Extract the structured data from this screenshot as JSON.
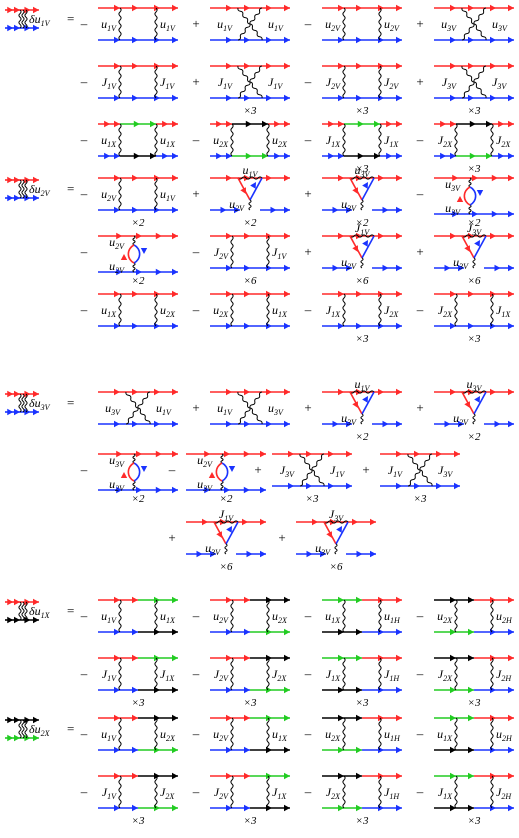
{
  "colors": {
    "red": "#ff2a2a",
    "blue": "#1a33ff",
    "green": "#22cc22",
    "black": "#000000"
  },
  "blocks": [
    {
      "id": "u1V",
      "lhs": {
        "symbol": "δu",
        "sub": "1V",
        "lines": [
          "red",
          "blue"
        ]
      },
      "rows": [
        [
          {
            "op": "–",
            "kind": "box",
            "top": "red",
            "bot": "blue",
            "l": "u",
            "ls": "1V",
            "r": "u",
            "rs": "1V"
          },
          {
            "op": "+",
            "kind": "cross",
            "top": "red",
            "bot": "blue",
            "l": "u",
            "ls": "1V",
            "r": "u",
            "rs": "1V"
          },
          {
            "op": "–",
            "kind": "box",
            "top": "red",
            "bot": "blue",
            "l": "u",
            "ls": "2V",
            "r": "u",
            "rs": "2V"
          },
          {
            "op": "+",
            "kind": "cross",
            "top": "red",
            "bot": "blue",
            "l": "u",
            "ls": "3V",
            "r": "u",
            "rs": "3V"
          }
        ],
        [
          {
            "op": "–",
            "kind": "box",
            "top": "red",
            "bot": "blue",
            "l": "J",
            "ls": "1V",
            "r": "J",
            "rs": "1V"
          },
          {
            "op": "+",
            "kind": "cross",
            "top": "red",
            "bot": "blue",
            "l": "J",
            "ls": "1V",
            "r": "J",
            "rs": "1V",
            "mult": "×3"
          },
          {
            "op": "–",
            "kind": "box",
            "top": "red",
            "bot": "blue",
            "l": "J",
            "ls": "2V",
            "r": "J",
            "rs": "2V",
            "mult": "×3"
          },
          {
            "op": "+",
            "kind": "cross",
            "top": "red",
            "bot": "blue",
            "l": "J",
            "ls": "3V",
            "r": "J",
            "rs": "3V",
            "mult": "×3"
          }
        ],
        [
          {
            "op": "–",
            "kind": "box",
            "top": "red",
            "bot": "blue",
            "midTop": "green",
            "midBot": "black",
            "l": "u",
            "ls": "1X",
            "r": "u",
            "rs": "1X"
          },
          {
            "op": "–",
            "kind": "box",
            "top": "red",
            "bot": "blue",
            "midTop": "black",
            "midBot": "green",
            "l": "u",
            "ls": "2X",
            "r": "u",
            "rs": "2X"
          },
          {
            "op": "–",
            "kind": "box",
            "top": "red",
            "bot": "blue",
            "midTop": "green",
            "midBot": "black",
            "l": "J",
            "ls": "1X",
            "r": "J",
            "rs": "1X",
            "mult": "×3"
          },
          {
            "op": "–",
            "kind": "box",
            "top": "red",
            "bot": "blue",
            "midTop": "black",
            "midBot": "green",
            "l": "J",
            "ls": "2X",
            "r": "J",
            "rs": "2X",
            "mult": "×3"
          }
        ]
      ]
    },
    {
      "id": "u2V",
      "lhs": {
        "symbol": "δu",
        "sub": "2V",
        "lines": [
          "red",
          "blue"
        ]
      },
      "rows": [
        [
          {
            "op": "–",
            "kind": "box",
            "top": "red",
            "bot": "blue",
            "l": "u",
            "ls": "2V",
            "r": "u",
            "rs": "1V",
            "mult": "×2"
          },
          {
            "op": "+",
            "kind": "tri",
            "top": "red",
            "bot": "blue",
            "t": "u",
            "ts": "1V",
            "b": "u",
            "bs": "2V",
            "mult": "×2"
          },
          {
            "op": "+",
            "kind": "tri",
            "top": "red",
            "bot": "blue",
            "t": "u",
            "ts": "3V",
            "b": "u",
            "bs": "3V",
            "mult": "×2"
          },
          {
            "op": "–",
            "kind": "bubble",
            "top": "red",
            "bot": "blue",
            "t": "u",
            "ts": "3V",
            "b": "u",
            "bs": "3V",
            "mult": "×2"
          }
        ],
        [
          {
            "op": "–",
            "kind": "bubble",
            "top": "red",
            "bot": "blue",
            "t": "u",
            "ts": "2V",
            "b": "u",
            "bs": "2V",
            "mult": "×2"
          },
          {
            "op": "–",
            "kind": "box",
            "top": "red",
            "bot": "blue",
            "l": "J",
            "ls": "2V",
            "r": "J",
            "rs": "1V",
            "mult": "×6"
          },
          {
            "op": "+",
            "kind": "tri",
            "top": "red",
            "bot": "blue",
            "t": "J",
            "ts": "1V",
            "b": "u",
            "bs": "2V",
            "mult": "×6"
          },
          {
            "op": "+",
            "kind": "tri",
            "top": "red",
            "bot": "blue",
            "t": "J",
            "ts": "3V",
            "b": "u",
            "bs": "3V",
            "mult": "×6"
          }
        ],
        [
          {
            "op": "–",
            "kind": "box",
            "top": "red",
            "bot": "blue",
            "l": "u",
            "ls": "1X",
            "r": "u",
            "rs": "2X"
          },
          {
            "op": "–",
            "kind": "box",
            "top": "red",
            "bot": "blue",
            "l": "u",
            "ls": "2X",
            "r": "u",
            "rs": "1X"
          },
          {
            "op": "–",
            "kind": "box",
            "top": "red",
            "bot": "blue",
            "l": "J",
            "ls": "1X",
            "r": "J",
            "rs": "2X",
            "mult": "×3"
          },
          {
            "op": "–",
            "kind": "box",
            "top": "red",
            "bot": "blue",
            "l": "J",
            "ls": "2X",
            "r": "J",
            "rs": "1X",
            "mult": "×3"
          }
        ]
      ]
    },
    {
      "id": "u3V",
      "lhs": {
        "symbol": "δu",
        "sub": "3V",
        "lines": [
          "red",
          "blue"
        ]
      },
      "rows": [
        [
          {
            "op": "",
            "kind": "cross",
            "top": "red",
            "bot": "blue",
            "l": "u",
            "ls": "3V",
            "r": "u",
            "rs": "1V"
          },
          {
            "op": "+",
            "kind": "cross",
            "top": "red",
            "bot": "blue",
            "l": "u",
            "ls": "1V",
            "r": "u",
            "rs": "3V"
          },
          {
            "op": "+",
            "kind": "tri",
            "top": "red",
            "bot": "blue",
            "t": "u",
            "ts": "1V",
            "b": "u",
            "bs": "3V",
            "mult": "×2"
          },
          {
            "op": "+",
            "kind": "tri",
            "top": "red",
            "bot": "blue",
            "t": "u",
            "ts": "3V",
            "b": "u",
            "bs": "2V",
            "mult": "×2"
          }
        ],
        [
          {
            "op": "–",
            "kind": "bubble",
            "top": "red",
            "bot": "blue",
            "t": "u",
            "ts": "3V",
            "b": "u",
            "bs": "2V",
            "mult": "×2"
          },
          {
            "op": "–",
            "kind": "bubble",
            "top": "red",
            "bot": "blue",
            "t": "u",
            "ts": "2V",
            "b": "u",
            "bs": "3V",
            "mult": "×2"
          },
          {
            "op": "+",
            "kind": "cross",
            "top": "red",
            "bot": "blue",
            "l": "J",
            "ls": "3V",
            "r": "J",
            "rs": "1V",
            "mult": "×3"
          },
          {
            "op": "+",
            "kind": "cross",
            "top": "red",
            "bot": "blue",
            "l": "J",
            "ls": "1V",
            "r": "J",
            "rs": "3V",
            "mult": "×3"
          }
        ],
        [
          {
            "op": "+",
            "kind": "tri",
            "top": "red",
            "bot": "blue",
            "t": "J",
            "ts": "1V",
            "b": "u",
            "bs": "3V",
            "mult": "×6"
          },
          {
            "op": "+",
            "kind": "tri",
            "top": "red",
            "bot": "blue",
            "t": "J",
            "ts": "3V",
            "b": "u",
            "bs": "3V",
            "mult": "×6"
          }
        ]
      ]
    },
    {
      "id": "u1X",
      "lhs": {
        "symbol": "δu",
        "sub": "1X",
        "lines": [
          "red",
          "black"
        ]
      },
      "rows": [
        [
          {
            "op": "–",
            "kind": "box",
            "top": "red",
            "bot": "blue",
            "rtop": "green",
            "rbot": "black",
            "l": "u",
            "ls": "1V",
            "r": "u",
            "rs": "1X"
          },
          {
            "op": "–",
            "kind": "box",
            "top": "red",
            "bot": "blue",
            "rtop": "black",
            "rbot": "green",
            "l": "u",
            "ls": "2V",
            "r": "u",
            "rs": "2X"
          },
          {
            "op": "–",
            "kind": "box",
            "top": "red",
            "bot": "blue",
            "ltop": "green",
            "lbot": "black",
            "l": "u",
            "ls": "1X",
            "r": "u",
            "rs": "1H"
          },
          {
            "op": "–",
            "kind": "box",
            "top": "red",
            "bot": "blue",
            "ltop": "black",
            "lbot": "green",
            "l": "u",
            "ls": "2X",
            "r": "u",
            "rs": "2H"
          }
        ],
        [
          {
            "op": "–",
            "kind": "box",
            "top": "red",
            "bot": "blue",
            "rtop": "green",
            "rbot": "black",
            "l": "J",
            "ls": "1V",
            "r": "J",
            "rs": "1X",
            "mult": "×3"
          },
          {
            "op": "–",
            "kind": "box",
            "top": "red",
            "bot": "blue",
            "rtop": "black",
            "rbot": "green",
            "l": "J",
            "ls": "2V",
            "r": "J",
            "rs": "2X",
            "mult": "×3"
          },
          {
            "op": "–",
            "kind": "box",
            "top": "red",
            "bot": "blue",
            "ltop": "green",
            "lbot": "black",
            "l": "J",
            "ls": "1X",
            "r": "J",
            "rs": "1H",
            "mult": "×3"
          },
          {
            "op": "–",
            "kind": "box",
            "top": "red",
            "bot": "blue",
            "ltop": "black",
            "lbot": "green",
            "l": "J",
            "ls": "2X",
            "r": "J",
            "rs": "2H",
            "mult": "×3"
          }
        ]
      ]
    },
    {
      "id": "u2X",
      "lhs": {
        "symbol": "δu",
        "sub": "2X",
        "lines": [
          "black",
          "green"
        ]
      },
      "rows": [
        [
          {
            "op": "–",
            "kind": "box",
            "top": "red",
            "bot": "blue",
            "rtop": "black",
            "rbot": "green",
            "l": "u",
            "ls": "1V",
            "r": "u",
            "rs": "2X"
          },
          {
            "op": "–",
            "kind": "box",
            "top": "red",
            "bot": "blue",
            "rtop": "green",
            "rbot": "black",
            "l": "u",
            "ls": "2V",
            "r": "u",
            "rs": "1X"
          },
          {
            "op": "–",
            "kind": "box",
            "top": "red",
            "bot": "blue",
            "ltop": "black",
            "lbot": "green",
            "l": "u",
            "ls": "2X",
            "r": "u",
            "rs": "1H"
          },
          {
            "op": "–",
            "kind": "box",
            "top": "red",
            "bot": "blue",
            "ltop": "green",
            "lbot": "black",
            "l": "u",
            "ls": "1X",
            "r": "u",
            "rs": "2H"
          }
        ],
        [
          {
            "op": "–",
            "kind": "box",
            "top": "red",
            "bot": "blue",
            "rtop": "black",
            "rbot": "green",
            "l": "J",
            "ls": "1V",
            "r": "J",
            "rs": "2X",
            "mult": "×3"
          },
          {
            "op": "–",
            "kind": "box",
            "top": "red",
            "bot": "blue",
            "rtop": "green",
            "rbot": "black",
            "l": "J",
            "ls": "2V",
            "r": "J",
            "rs": "1X",
            "mult": "×3"
          },
          {
            "op": "–",
            "kind": "box",
            "top": "red",
            "bot": "blue",
            "ltop": "black",
            "lbot": "green",
            "l": "J",
            "ls": "2X",
            "r": "J",
            "rs": "1H",
            "mult": "×3"
          },
          {
            "op": "–",
            "kind": "box",
            "top": "red",
            "bot": "blue",
            "ltop": "green",
            "lbot": "black",
            "l": "J",
            "ls": "1X",
            "r": "J",
            "rs": "2H",
            "mult": "×3"
          }
        ]
      ]
    }
  ]
}
